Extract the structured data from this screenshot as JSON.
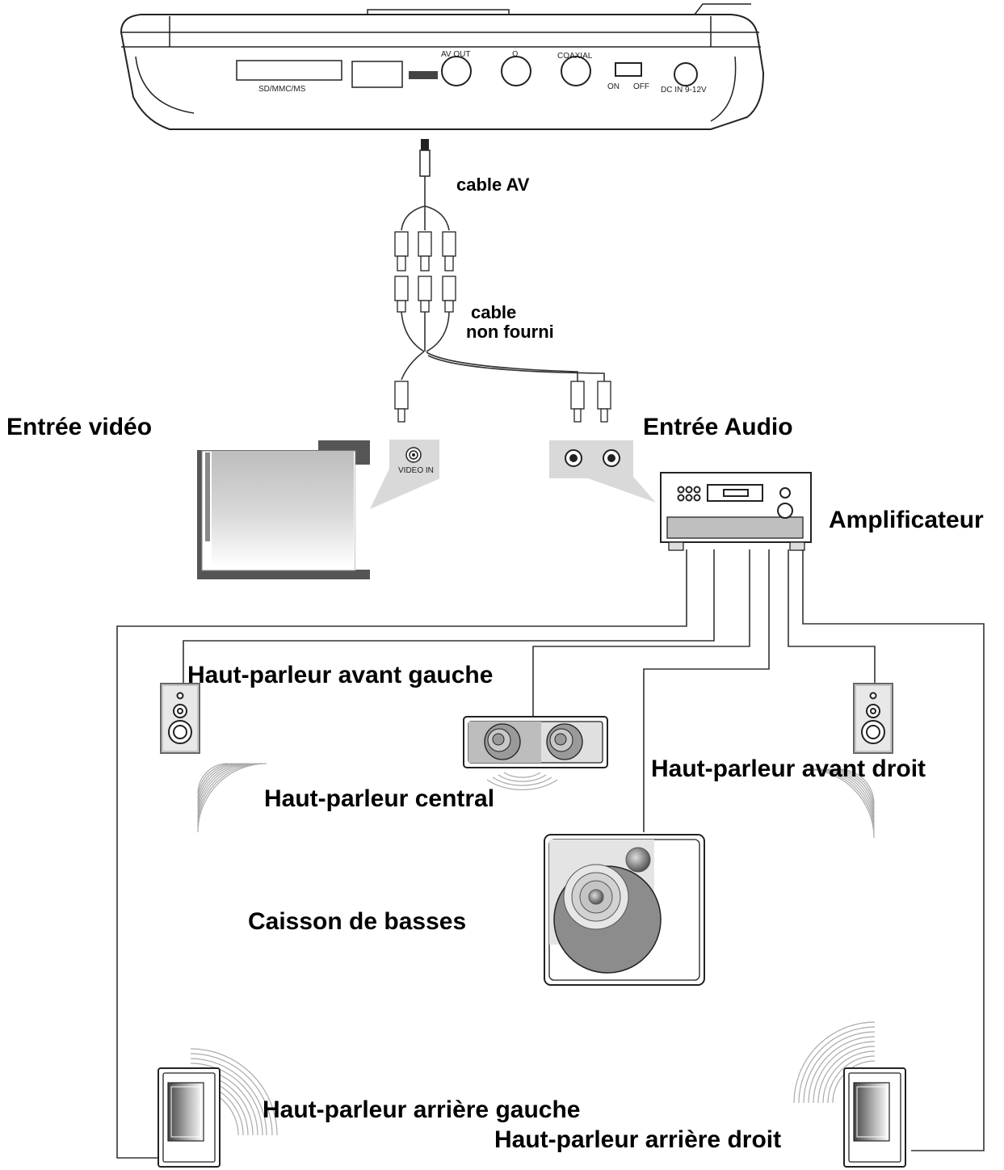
{
  "player": {
    "panel_labels": {
      "card_slot": "SD/MMC/MS",
      "av_out": "AV OUT",
      "headphone": "Ω",
      "coaxial": "COAXIAL",
      "on": "ON",
      "off": "OFF",
      "dc_in": "DC IN 9-12V"
    }
  },
  "cables": {
    "av_cable": "cable AV",
    "cable_not_supplied_line1": "cable",
    "cable_not_supplied_line2": "non fourni"
  },
  "devices": {
    "video_input": "Entrée vidéo",
    "video_in_jack": "VIDEO IN",
    "audio_input": "Entrée Audio",
    "amplifier": "Amplificateur"
  },
  "speakers": {
    "front_left": "Haut-parleur avant gauche",
    "center": "Haut-parleur central",
    "front_right": "Haut-parleur avant droit",
    "subwoofer": "Caisson de basses",
    "rear_left": "Haut-parleur arrière gauche",
    "rear_right": "Haut-parleur arrière droit"
  }
}
